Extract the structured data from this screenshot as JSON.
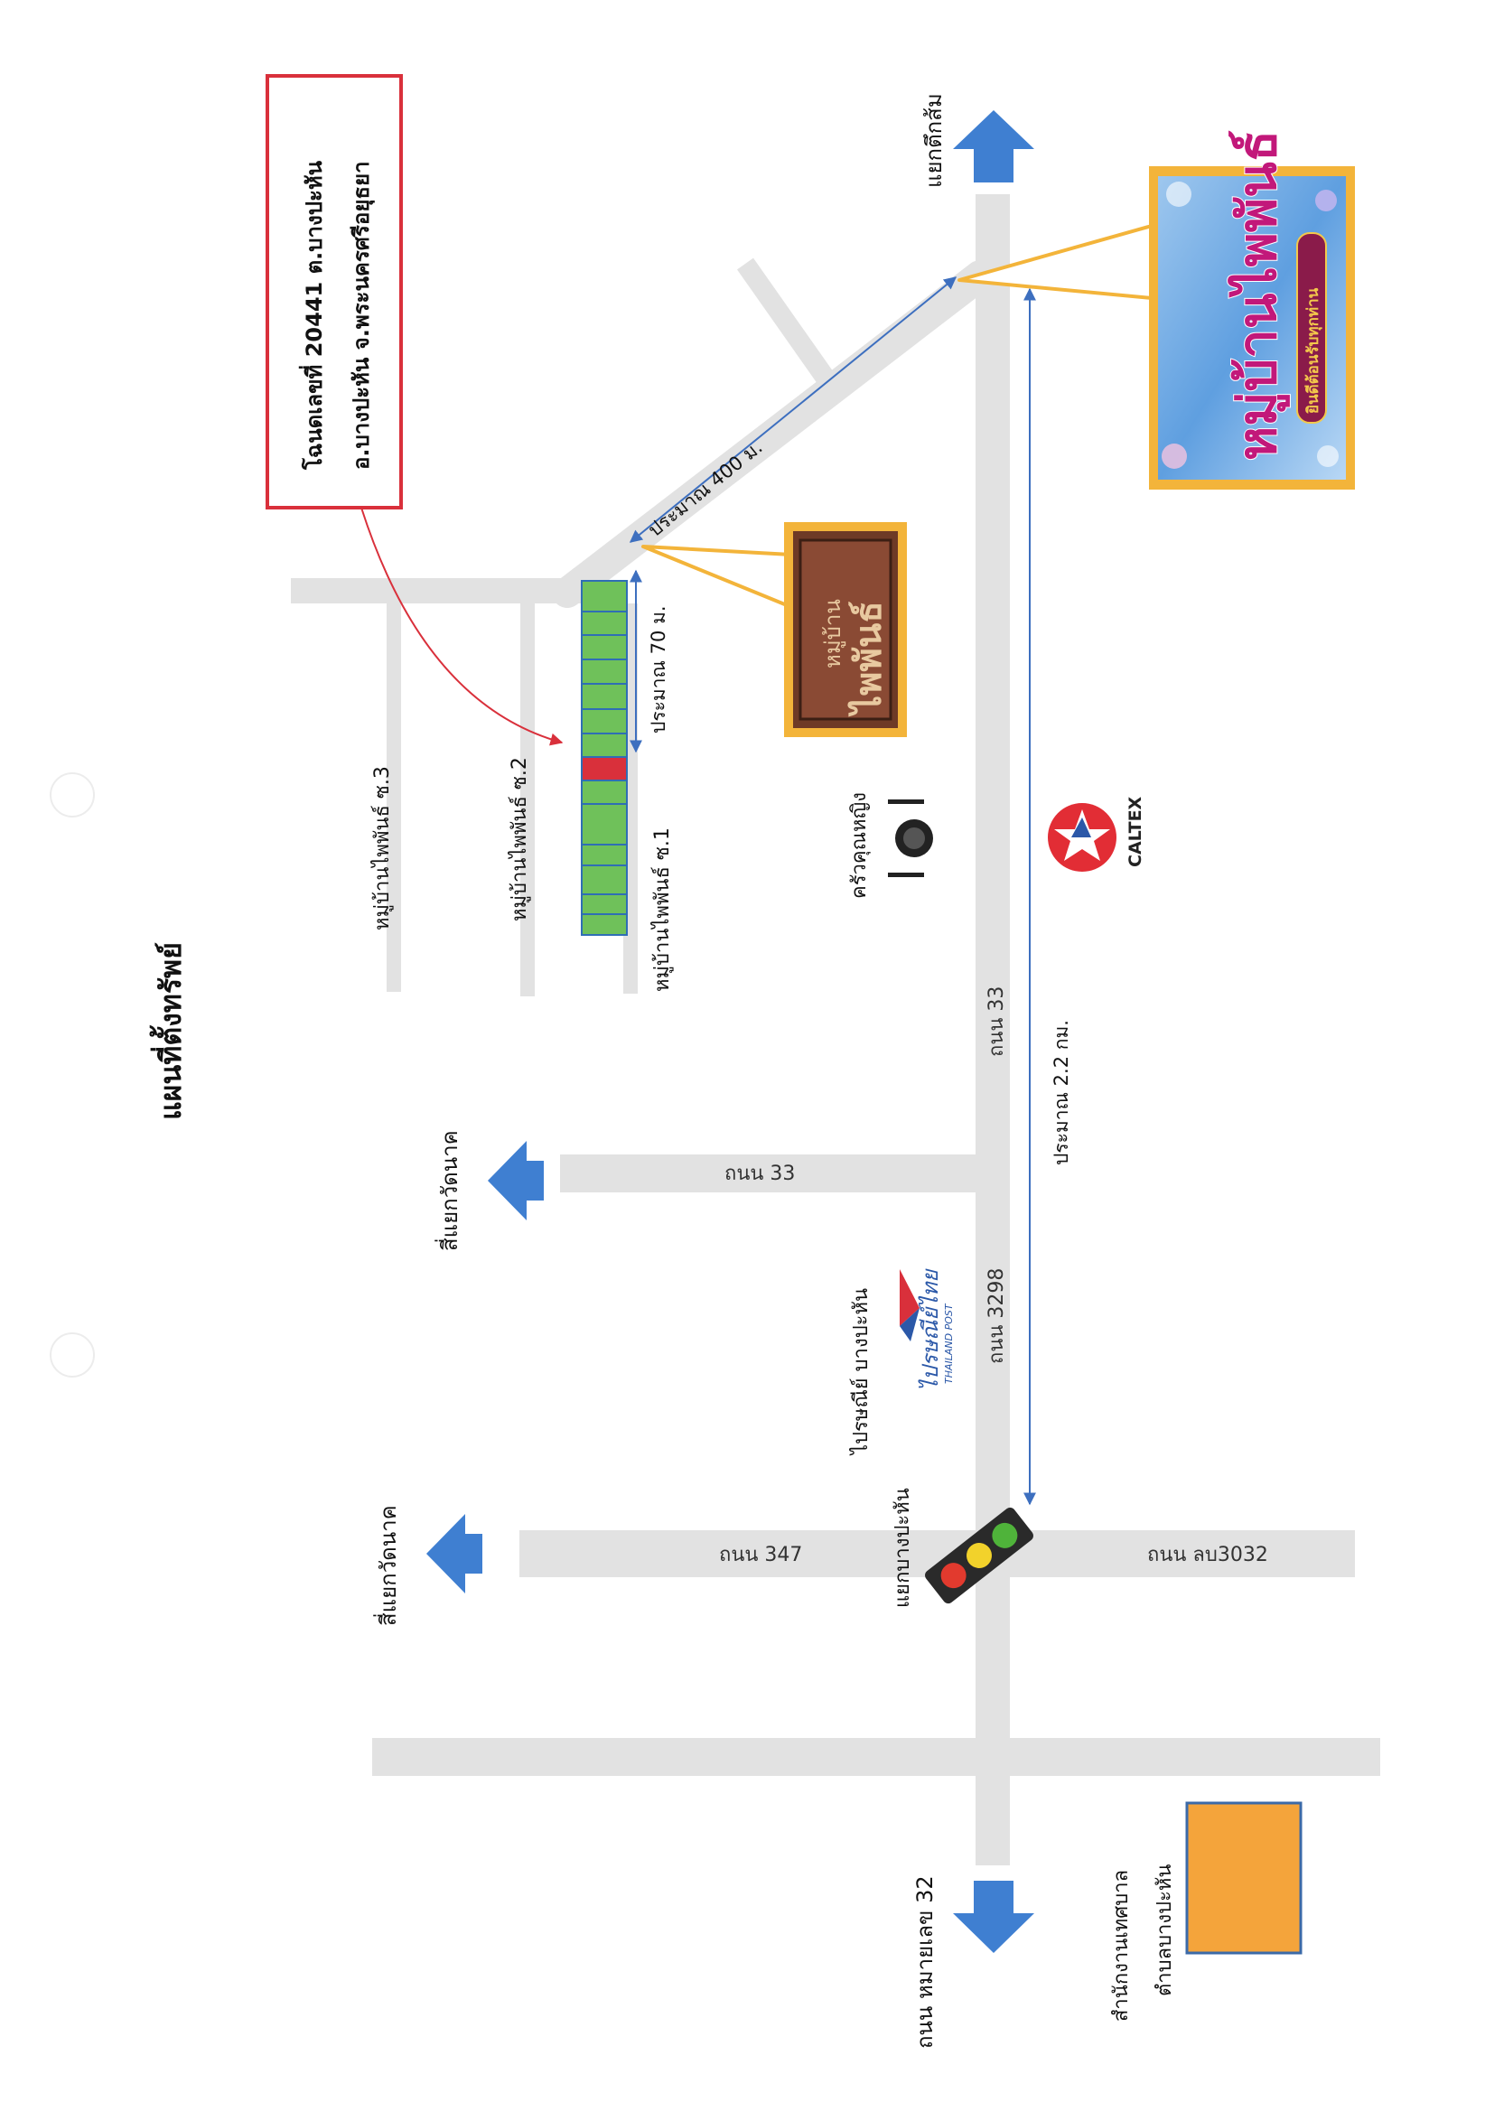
{
  "title": "แผนที่ตั้งทรัพย์",
  "deed_callout": {
    "line1": "โฉนดเลขที่ 20441  ต.บางปะหัน",
    "line2": "อ.บางปะหัน  จ.พระนครศรีอยุธยา",
    "border_color": "#d9303b"
  },
  "directions": {
    "top": "แยกตึกส้ม",
    "bottom": "ถนน หมายเลข 32",
    "left_upper": "สี่แยกวัดนาค",
    "left_lower": "สี่แยกวัดนาค"
  },
  "roads": {
    "main_upper": "ถนน 33",
    "main_middle": "ถนน 3298",
    "branch_33": "ถนน 33",
    "branch_347": "ถนน 347",
    "branch_lb3032": "ถนน ลบ3032"
  },
  "sois": {
    "soi1": "หมู่บ้านไพพันธ์ ซ.1",
    "soi2": "หมู่บ้านไพพันธ์ ซ.2",
    "soi3": "หมู่บ้านไพพันธ์ ซ.3"
  },
  "distances": {
    "d400": "ประมาณ 400 ม.",
    "d70": "ประมาณ 70 ม.",
    "d22": "ประมาณ 2.2 กม."
  },
  "landmarks": {
    "restaurant": "ครัวคุณหญิง",
    "caltex": "CALTEX",
    "post_office": "ไปรษณีย์ บางปะหัน",
    "post_logo_th": "ไปรษณีย์ไทย",
    "post_logo_en": "THAILAND POST",
    "intersection": "แยกบางปะหัน",
    "municipal_office_line1": "สำนักงานเทศบาล",
    "municipal_office_line2": "ตำบลบางปะหัน"
  },
  "signs": {
    "big_sign_title": "หมู่บ้านไพพันธ์",
    "big_sign_subtitle": "ยินดีต้อนรับทุกท่าน",
    "wood_sign_line1": "หมู่บ้าน",
    "wood_sign_line2": "ไพพันธ์"
  },
  "colors": {
    "road": "#e2e2e2",
    "arrow": "#3f7fd1",
    "measure": "#3d6fbf",
    "plot_fill": "#6fc15a",
    "plot_border": "#2f6eb5",
    "subject_plot": "#d9303b",
    "callout_orange": "#f3b43a",
    "office_fill": "#f4a43b",
    "office_border": "#3b6aa8"
  }
}
